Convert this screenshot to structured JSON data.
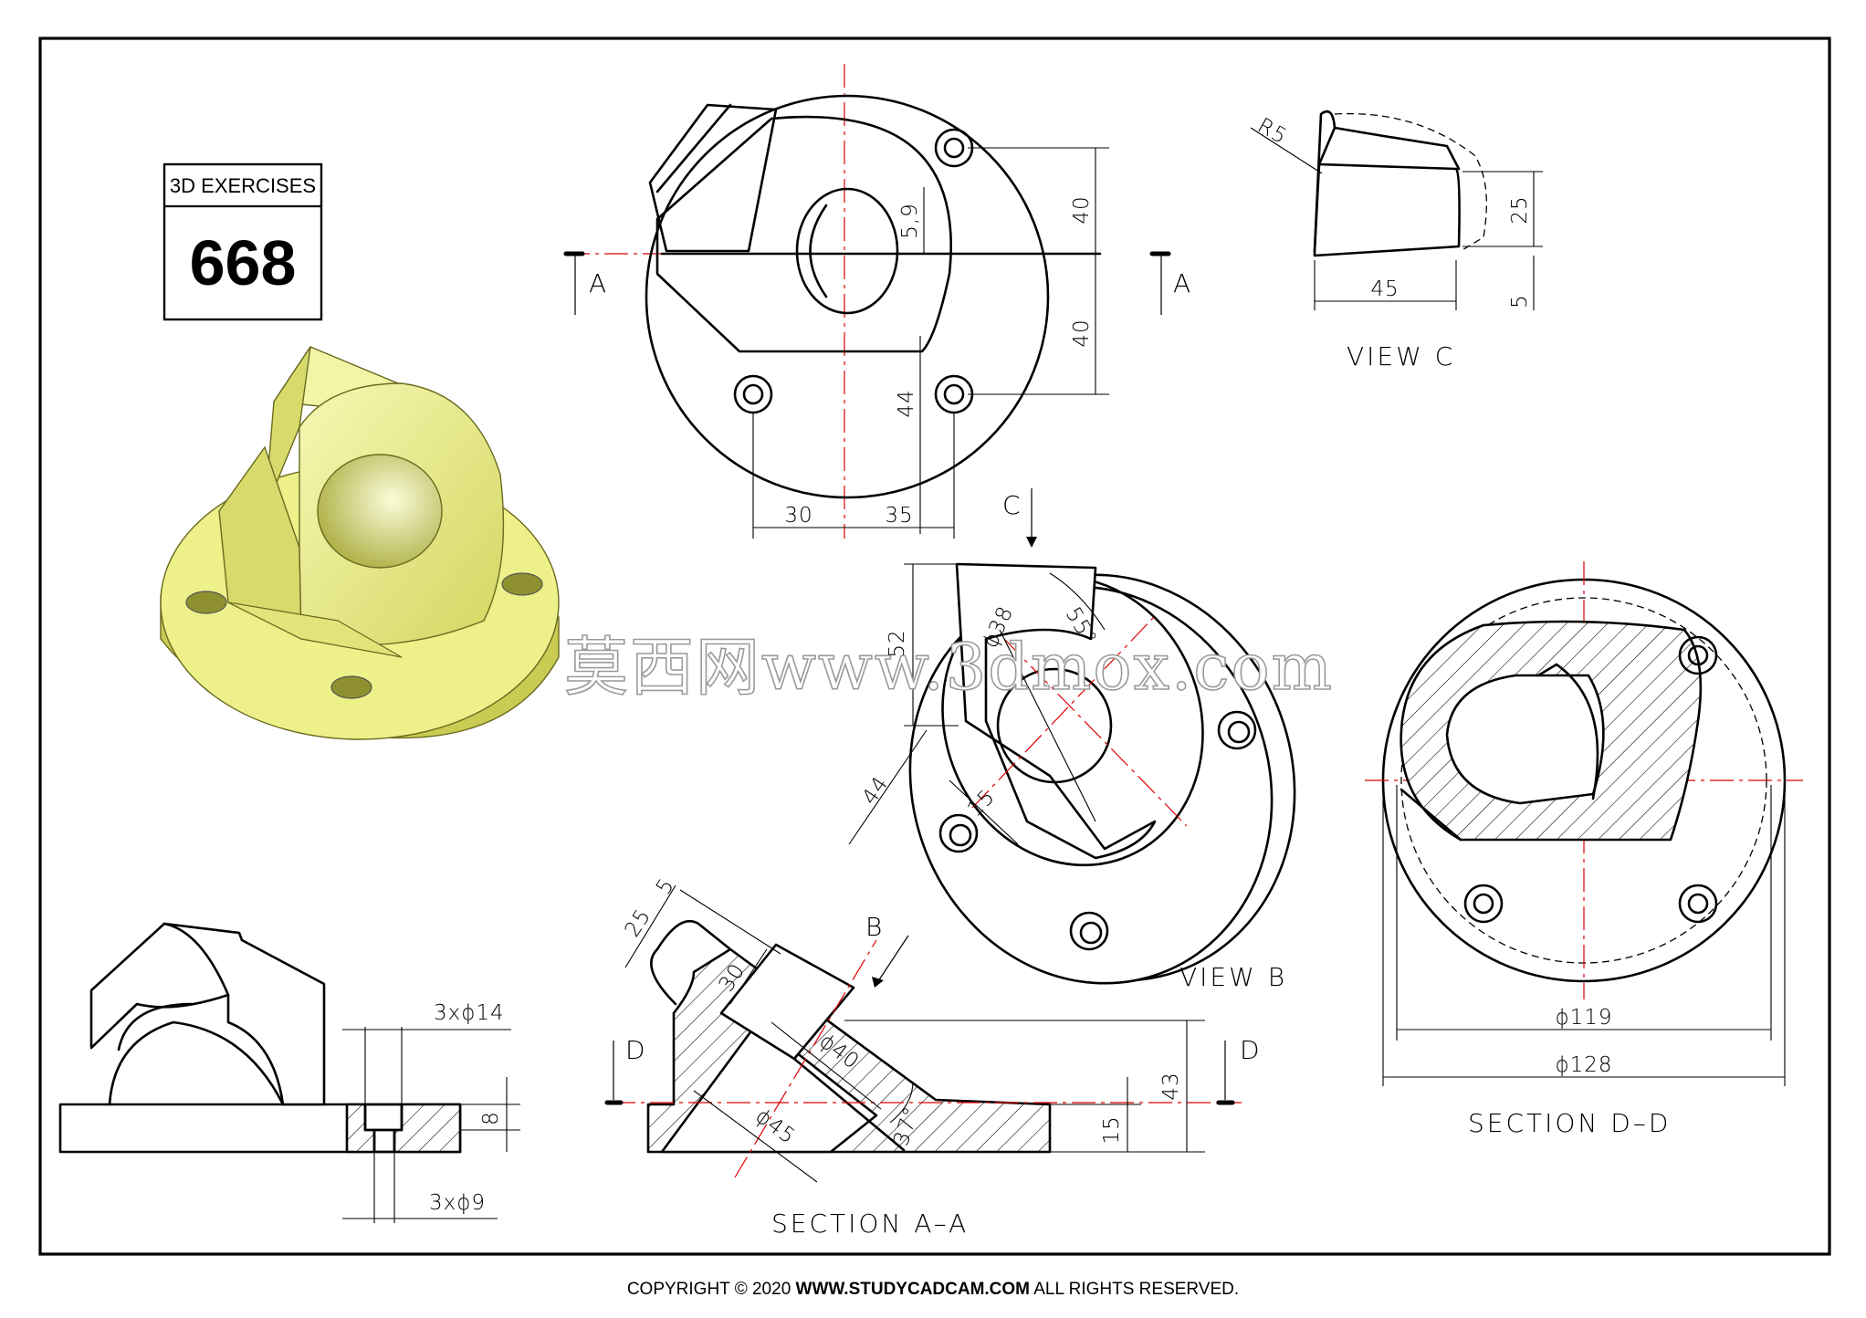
{
  "title_box": {
    "header": "3D EXERCISES",
    "number": "668"
  },
  "views": {
    "view_c": "VIEW C",
    "view_b": "VIEW B",
    "section_aa": "SECTION A–A",
    "section_dd": "SECTION D–D"
  },
  "markers": {
    "a": "A",
    "b": "B",
    "c": "C",
    "d": "D"
  },
  "dimensions": {
    "top_40_upper": "40",
    "top_40_lower": "40",
    "top_5_9": "5,9",
    "top_44": "44",
    "top_30": "30",
    "top_35": "35",
    "vc_r5": "R5",
    "vc_25": "25",
    "vc_5": "5",
    "vc_45": "45",
    "vb_52": "52",
    "vb_dia38": "ϕ38",
    "vb_55": "55°",
    "vb_44": "44",
    "vb_15": "15",
    "side_3x14": "3xϕ14",
    "side_8": "8",
    "side_3x9": "3xϕ9",
    "aa_25": "25",
    "aa_5": "5",
    "aa_30": "30",
    "aa_dia40": "ϕ40",
    "aa_dia45": "ϕ45",
    "aa_37": "37°",
    "aa_43": "43",
    "aa_15": "15",
    "dd_dia119": "ϕ119",
    "dd_dia128": "ϕ128"
  },
  "watermark": "莫西网www.3dmox.com",
  "copyright": {
    "prefix": "COPYRIGHT © 2020 ",
    "site": "WWW.STUDYCADCAM.COM",
    "suffix": " ALL RIGHTS RESERVED."
  },
  "colors": {
    "model_fill": "#eef08a",
    "centerline": "#e00000"
  }
}
